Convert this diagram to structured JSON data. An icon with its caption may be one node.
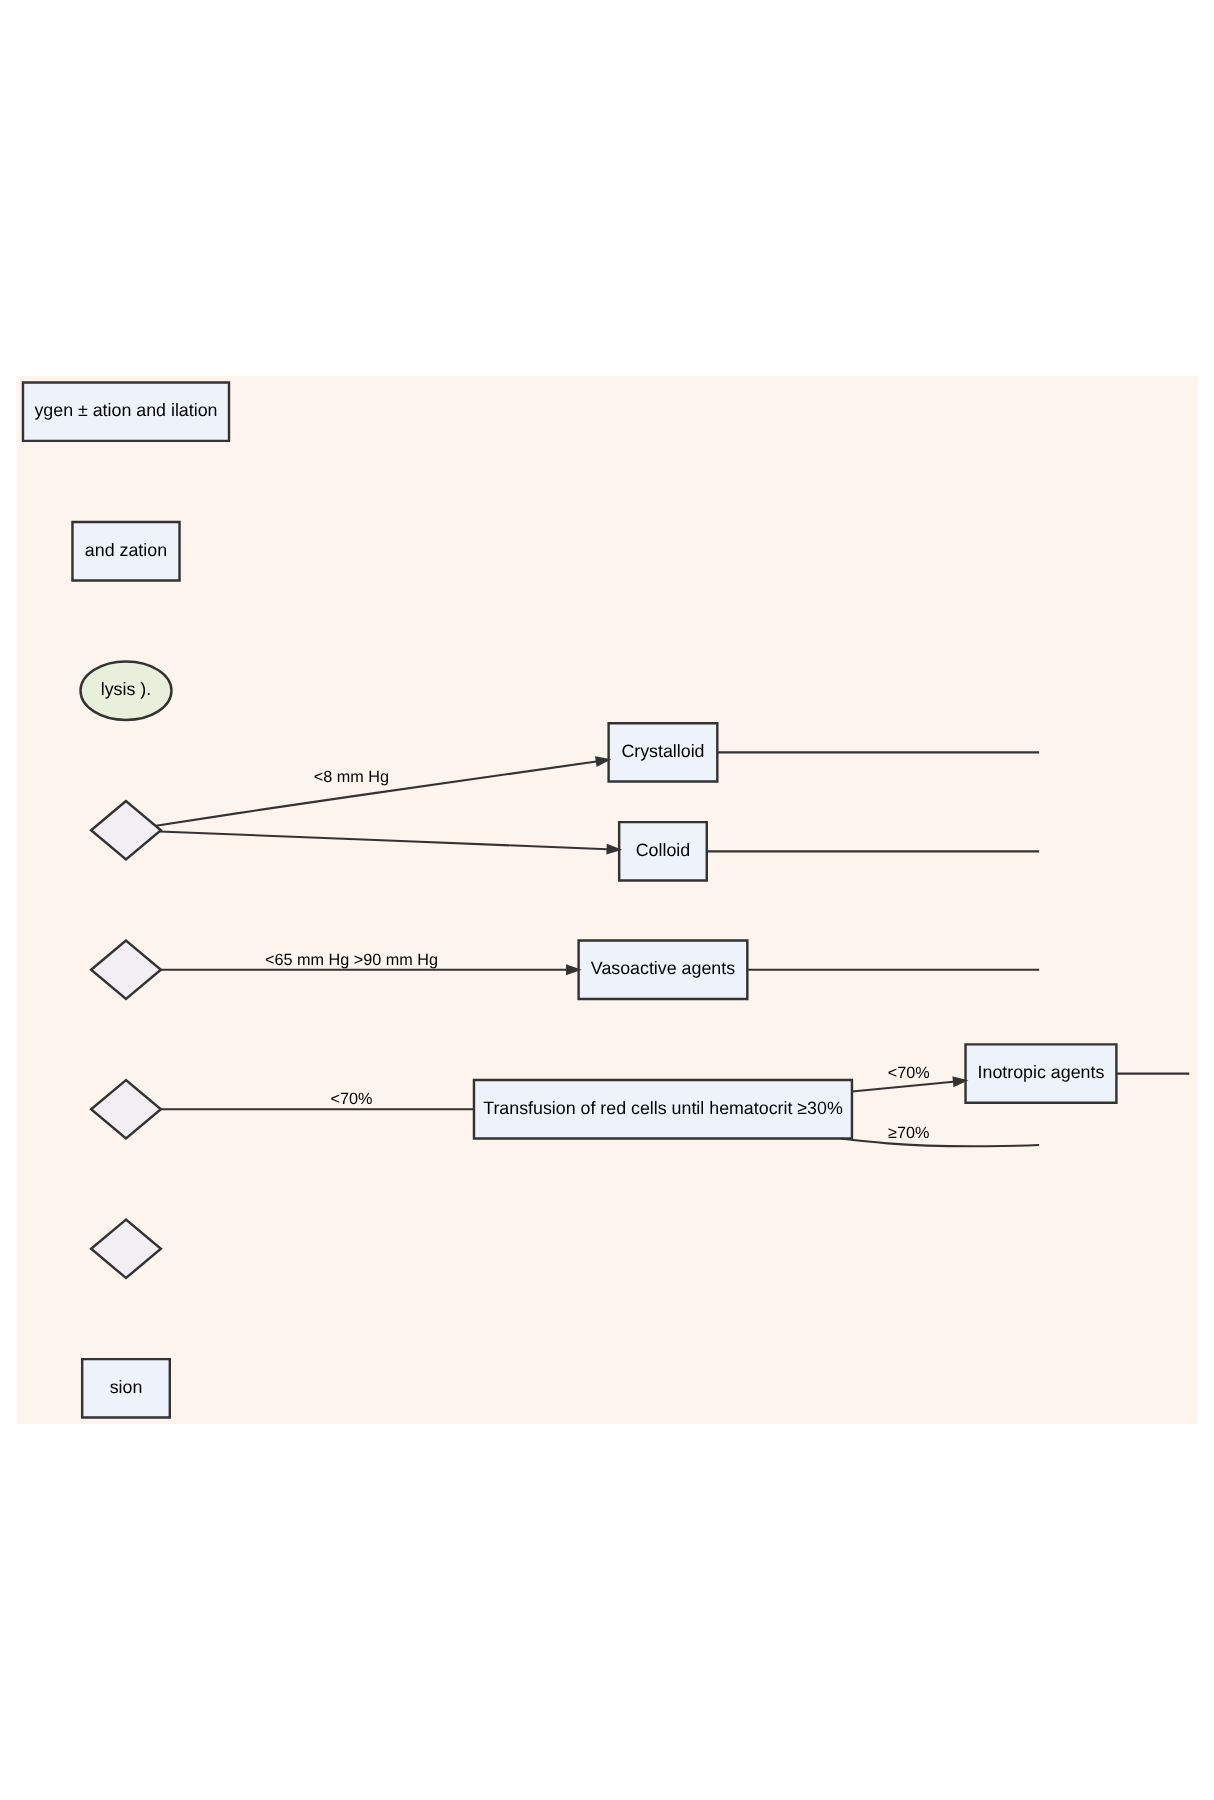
{
  "diagram": {
    "nodes": [
      {
        "text": [
          "ygen ± ation and ilation"
        ]
      },
      {
        "text": [
          "and zation"
        ]
      },
      {
        "text": [
          "lysis )."
        ]
      },
      {
        "text": [],
        "shape": "diamond"
      },
      {
        "text": [
          "Crystalloid"
        ]
      },
      {
        "text": [
          "Colloid"
        ]
      },
      {
        "text": [],
        "shape": "diamond"
      },
      {
        "text": [
          "Vasoactive agents"
        ]
      },
      {
        "text": [],
        "shape": "diamond"
      },
      {
        "text": [
          "Transfusion of red cells until hematocrit ≥30%"
        ]
      },
      {
        "text": [
          "Inotropic agents"
        ]
      },
      {
        "text": [],
        "shape": "diamond"
      },
      {
        "text": [
          "sion"
        ]
      }
    ],
    "edges": [
      {
        "from": 3,
        "to": 4,
        "arrow": "to",
        "label": "<8 mm Hg"
      },
      {
        "from": 3,
        "to": 5,
        "arrow": "to"
      },
      {
        "from": 4,
        "to": null,
        "arrow": "none"
      },
      {
        "from": 5,
        "to": null,
        "arrow": "none"
      },
      {
        "from": 6,
        "to": 7,
        "arrow": "to",
        "label": "<65 mm Hg >90 mm Hg"
      },
      {
        "from": 7,
        "to": null,
        "arrow": "none"
      },
      {
        "from": 8,
        "to": 9,
        "arrow": "none",
        "label": "<70%"
      },
      {
        "from": 9,
        "to": null,
        "arrow": "none",
        "label": "≥70%"
      },
      {
        "from": 9,
        "to": 10,
        "arrow": "to",
        "label": "<70%"
      },
      {
        "from": 10,
        "to": null,
        "arrow": "none"
      }
    ]
  }
}
